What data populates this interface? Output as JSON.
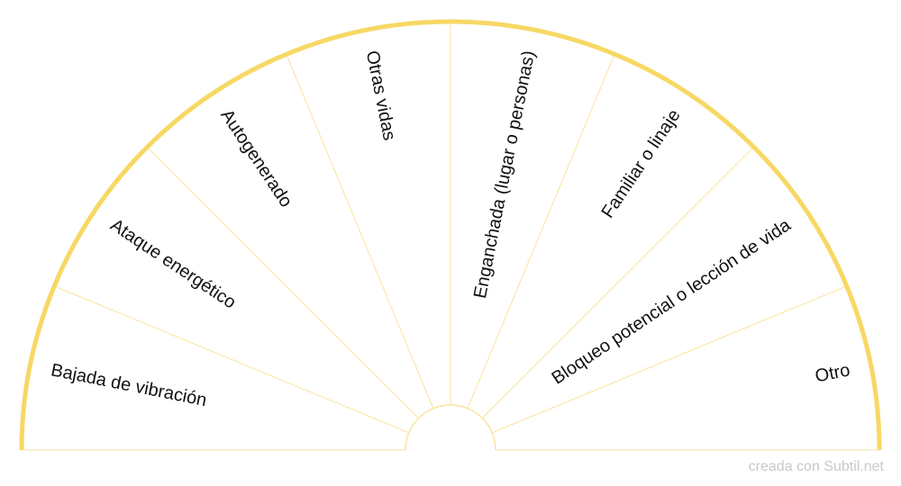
{
  "chart": {
    "sectors": [
      "Bajada de vibración",
      "Ataque energético",
      "Autogenerado",
      "Otras vidas",
      "Enganchada (lugar o personas)",
      "Familiar o linaje",
      "Bloqueo potencial o lección de vida",
      "Otro"
    ],
    "colors": {
      "rim": "#f7d864",
      "divider": "#fae39c",
      "text": "#111111"
    }
  },
  "watermark": "creada con Subtil.net"
}
